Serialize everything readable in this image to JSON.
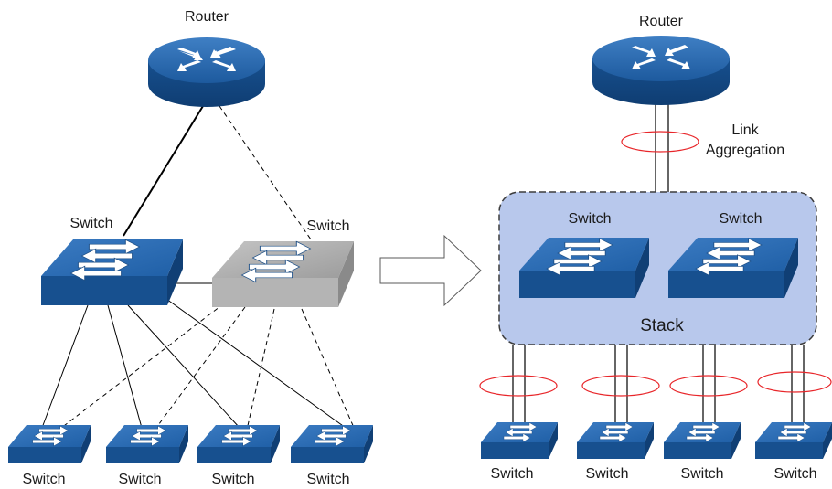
{
  "left": {
    "router_label": "Router",
    "switch_a_label": "Switch",
    "switch_b_label": "Switch",
    "access_switches": [
      "Switch",
      "Switch",
      "Switch",
      "Switch"
    ]
  },
  "right": {
    "router_label": "Router",
    "link_aggregation_label": [
      "Link",
      "Aggregation"
    ],
    "stack_label": "Stack",
    "stack_switches": [
      "Switch",
      "Switch"
    ],
    "access_switches": [
      "Switch",
      "Switch",
      "Switch",
      "Switch"
    ]
  },
  "colors": {
    "device_blue": "#1f5fa6",
    "device_gray": "#a8a8a8",
    "stack_fill": "#b8c8ec",
    "aggregation_ring": "#e8262a"
  },
  "icons": {
    "router": "router-icon",
    "switch": "switch-icon",
    "arrow": "transition-arrow-icon"
  }
}
